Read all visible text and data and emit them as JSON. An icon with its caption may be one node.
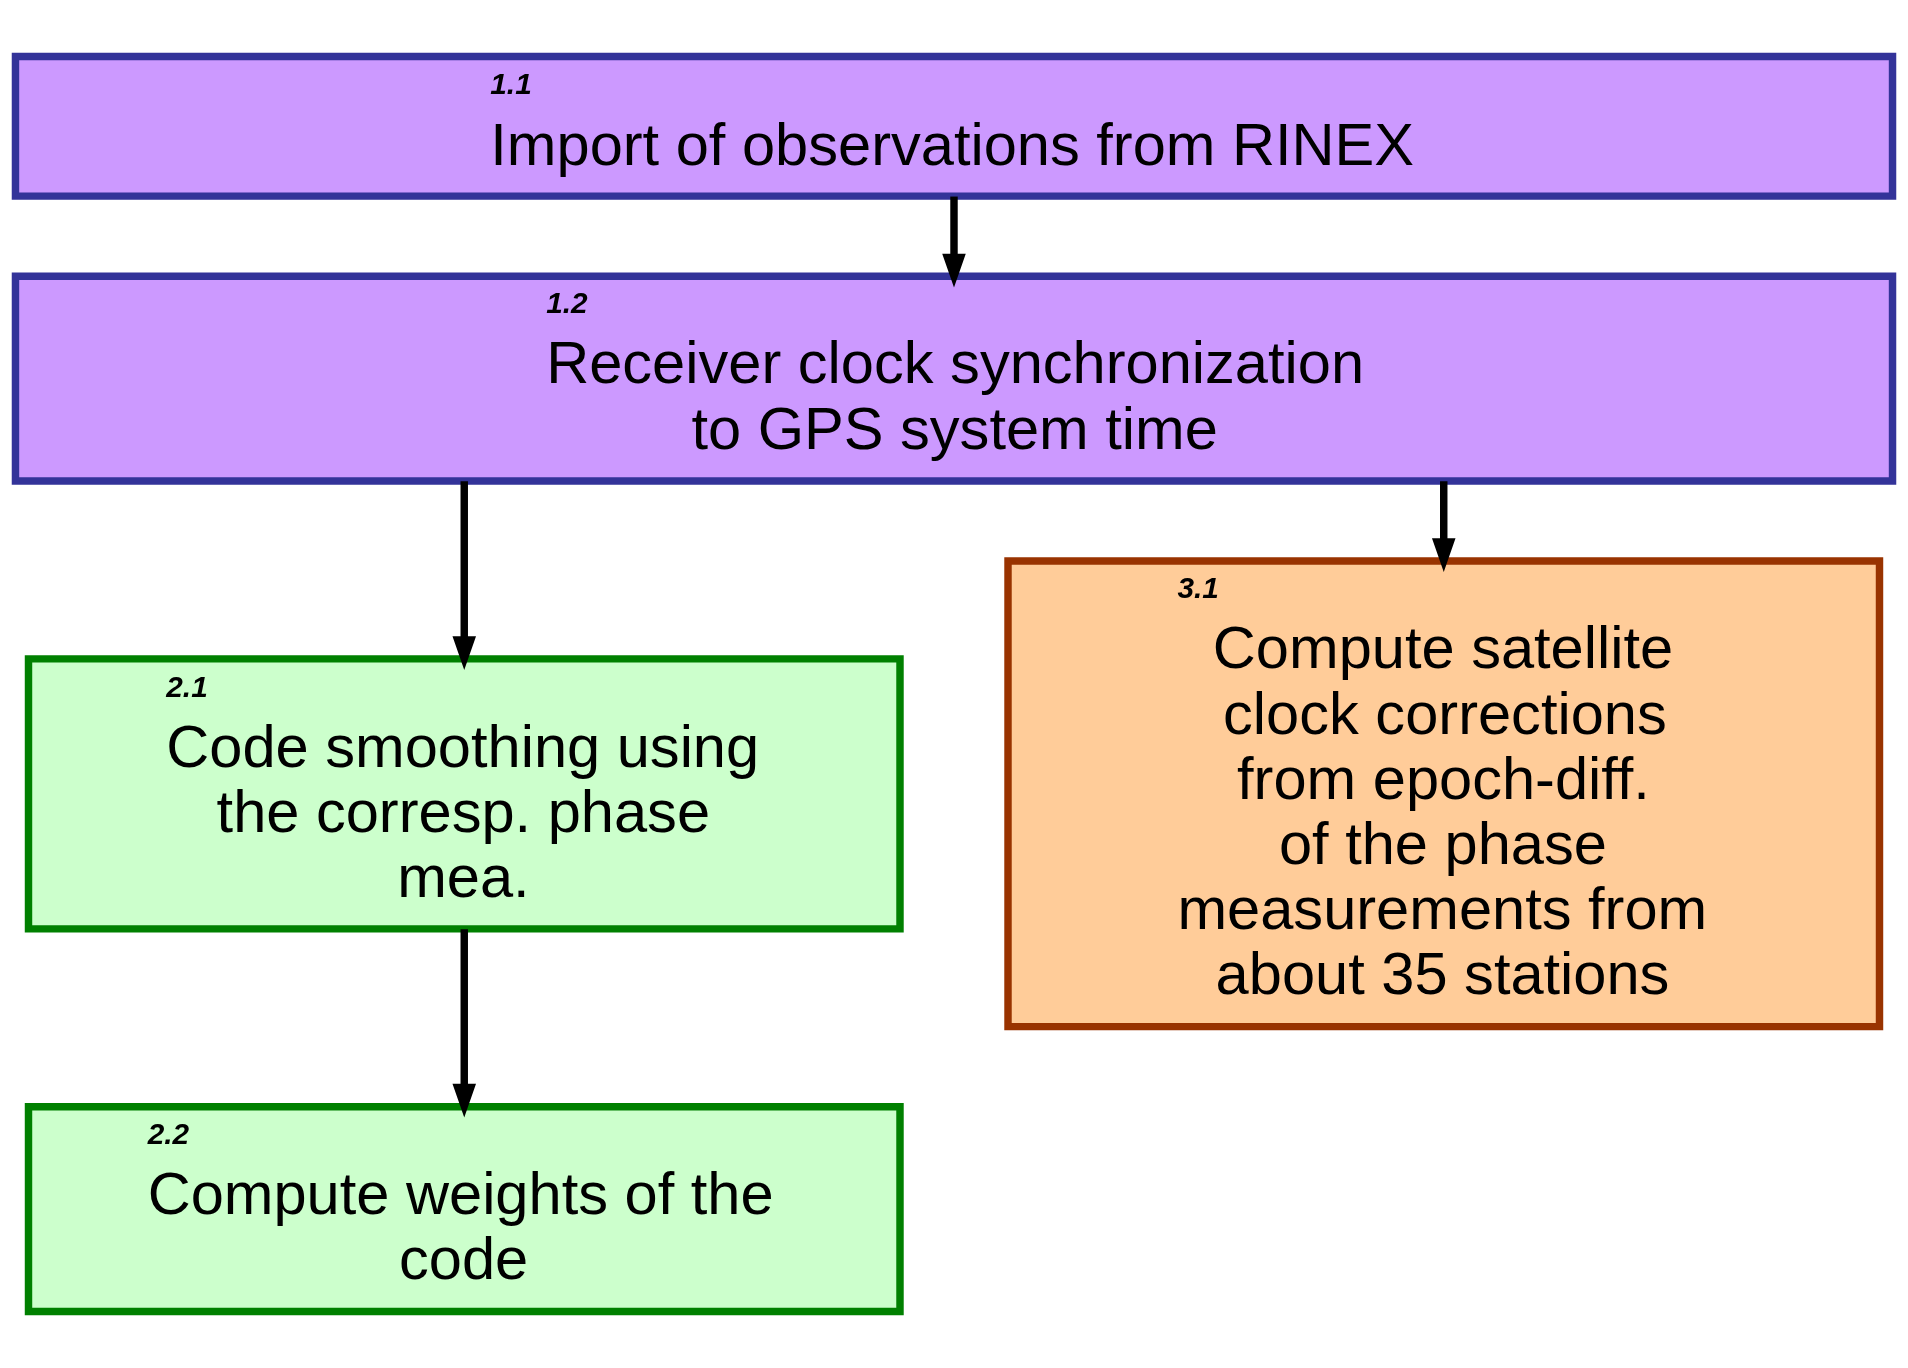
{
  "diagram": {
    "nodes": [
      {
        "text": [
          "1.1",
          "Import of observations from RINEX"
        ]
      },
      {
        "text": [
          "1.2",
          "Receiver clock synchronization to GPS system time"
        ]
      },
      {
        "text": [
          "2.1",
          "Code smoothing using the corresp. phase mea."
        ]
      },
      {
        "text": [
          "3.1",
          "Compute satellite clock corrections from epoch-diff. of the phase measurements from about 35 stations"
        ]
      },
      {
        "text": [
          "2.2",
          "Compute weights of the code"
        ]
      }
    ],
    "edges": [
      {
        "from": 0,
        "to": 1,
        "arrow": "to"
      },
      {
        "from": 1,
        "to": 2,
        "arrow": "to"
      },
      {
        "from": 1,
        "to": 3,
        "arrow": "to"
      },
      {
        "from": 2,
        "to": 4,
        "arrow": "to"
      }
    ]
  }
}
